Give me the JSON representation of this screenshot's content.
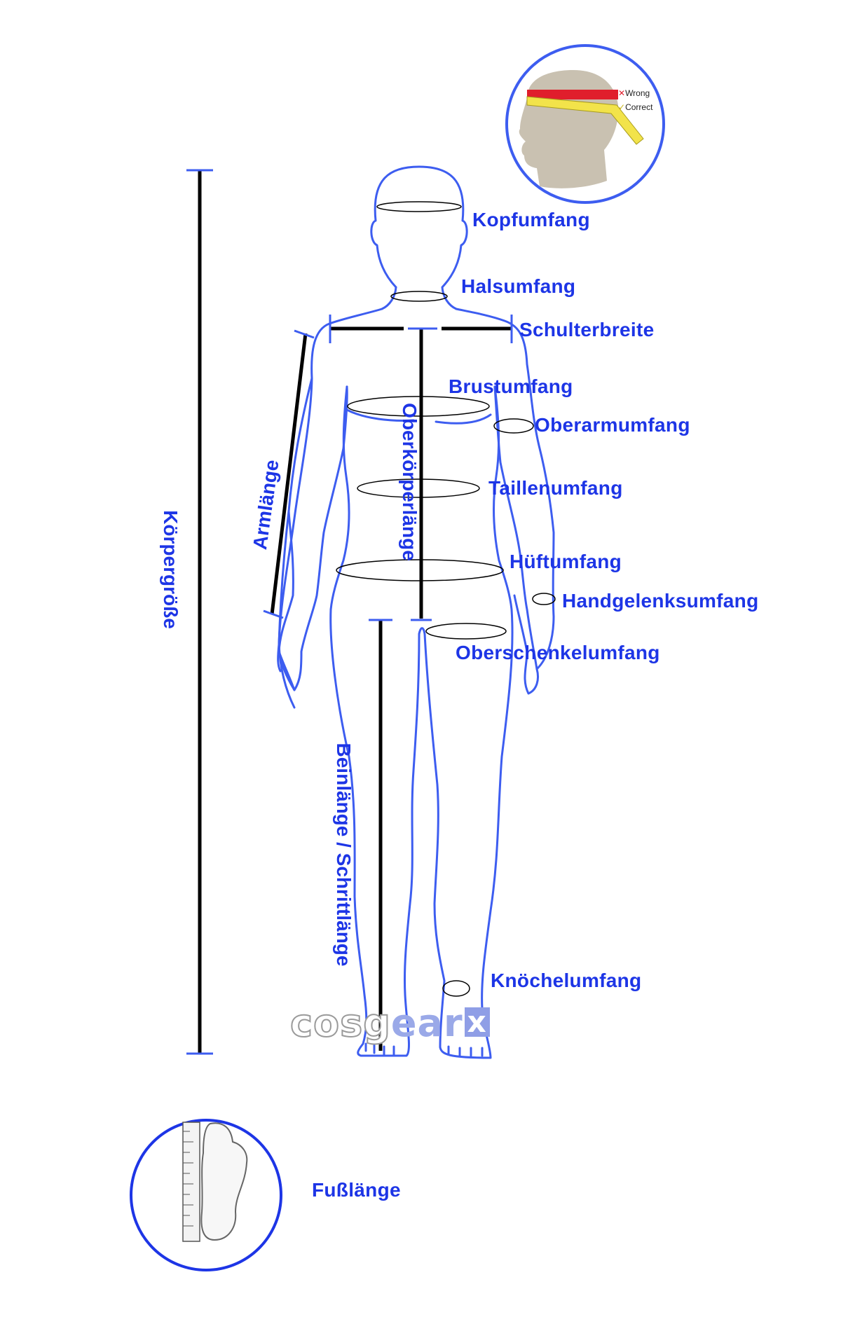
{
  "labels": {
    "head": "Kopfumfang",
    "neck": "Halsumfang",
    "shoulder": "Schulterbreite",
    "chest": "Brustumfang",
    "upper_arm": "Oberarmumfang",
    "waist": "Taillenumfang",
    "hip": "Hüftumfang",
    "wrist": "Handgelenksumfang",
    "thigh": "Oberschenkelumfang",
    "ankle": "Knöchelumfang",
    "foot": "Fußlänge",
    "height": "Körpergröße",
    "arm_length": "Armlänge",
    "torso_length": "Oberkörperlänge",
    "leg_length": "Beinlänge / Schrittlänge"
  },
  "head_inset": {
    "wrong": "Wrong",
    "correct": "Correct"
  },
  "watermark": {
    "part1": "cosg",
    "part2": "ear",
    "part3": "x"
  },
  "colors": {
    "accent": "#1d35e6",
    "outline": "#3d5df0",
    "measure_line": "#000000"
  }
}
